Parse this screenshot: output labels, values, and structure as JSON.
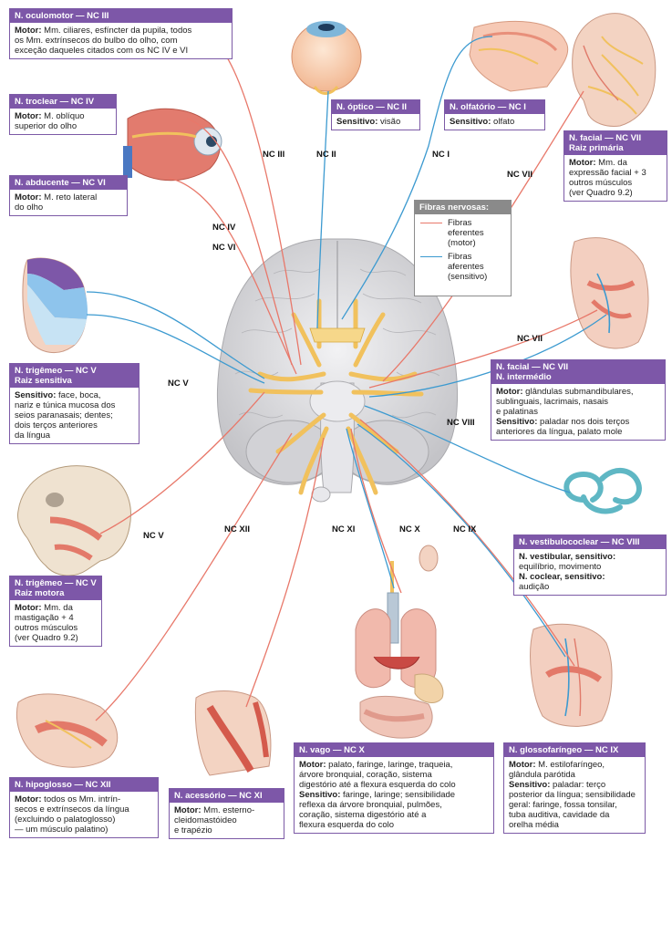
{
  "colors": {
    "efferent": "#e8786a",
    "afferent": "#3c9ad0",
    "header": "#7d57a8",
    "nerve": "#f1c15d",
    "brain": "#dcdcde"
  },
  "legend": {
    "title": "Fibras nervosas:",
    "items": [
      {
        "lines": [
          "Fibras",
          "eferentes",
          "(motor)"
        ],
        "color": "#e8786a"
      },
      {
        "lines": [
          "Fibras",
          "aferentes",
          "(sensitivo)"
        ],
        "color": "#3c9ad0"
      }
    ]
  },
  "nerve_labels": {
    "nc3": "NC III",
    "nc2": "NC II",
    "nc1": "NC I",
    "nc7_top": "NC VII",
    "nc4": "NC IV",
    "nc6": "NC VI",
    "nc5_upper": "NC V",
    "nc7_mid": "NC VII",
    "nc8": "NC VIII",
    "nc5_lower": "NC V",
    "nc12": "NC XII",
    "nc11": "NC XI",
    "nc10": "NC X",
    "nc9": "NC IX"
  },
  "boxes": {
    "oculomotor": {
      "title": "N. oculomotor — NC III",
      "lines": [
        {
          "b": "Motor:",
          "t": " Mm. ciliares, esfíncter da pupila, todos"
        },
        {
          "b": "",
          "t": "os Mm. extrínsecos do bulbo do olho, com"
        },
        {
          "b": "",
          "t": "exceção daqueles citados com os NC IV e VI"
        }
      ]
    },
    "troclear": {
      "title": "N. troclear — NC IV",
      "lines": [
        {
          "b": "Motor:",
          "t": " M. oblíquo"
        },
        {
          "b": "",
          "t": "superior do olho"
        }
      ]
    },
    "abducente": {
      "title": "N. abducente — NC VI",
      "lines": [
        {
          "b": "Motor:",
          "t": " M. reto lateral"
        },
        {
          "b": "",
          "t": "do olho"
        }
      ]
    },
    "optico": {
      "title": "N. óptico — NC II",
      "lines": [
        {
          "b": "Sensitivo:",
          "t": " visão"
        }
      ]
    },
    "olfatorio": {
      "title": "N. olfatório — NC I",
      "lines": [
        {
          "b": "Sensitivo:",
          "t": " olfato"
        }
      ]
    },
    "facial_primaria": {
      "title_lines": [
        "N. facial — NC VII",
        "Raiz primária"
      ],
      "lines": [
        {
          "b": "Motor:",
          "t": " Mm. da"
        },
        {
          "b": "",
          "t": "expressão facial + 3"
        },
        {
          "b": "",
          "t": "outros músculos"
        },
        {
          "b": "",
          "t": "(ver Quadro 9.2)"
        }
      ]
    },
    "trigemeo_sensitiva": {
      "title_lines": [
        "N. trigêmeo — NC V",
        "Raiz sensitiva"
      ],
      "lines": [
        {
          "b": "Sensitivo:",
          "t": " face, boca,"
        },
        {
          "b": "",
          "t": "nariz e túnica mucosa dos"
        },
        {
          "b": "",
          "t": "seios paranasais; dentes;"
        },
        {
          "b": "",
          "t": "dois terços anteriores"
        },
        {
          "b": "",
          "t": "da língua"
        }
      ]
    },
    "facial_intermedio": {
      "title_lines": [
        "N. facial — NC VII",
        "N. intermédio"
      ],
      "lines": [
        {
          "b": "Motor:",
          "t": " glândulas submandibulares,"
        },
        {
          "b": "",
          "t": "sublinguais, lacrimais, nasais"
        },
        {
          "b": "",
          "t": "e palatinas"
        },
        {
          "b": "Sensitivo:",
          "t": " paladar nos dois terços"
        },
        {
          "b": "",
          "t": "anteriores da língua, palato mole"
        }
      ]
    },
    "trigemeo_motora": {
      "title_lines": [
        "N. trigêmeo — NC V",
        "Raiz motora"
      ],
      "lines": [
        {
          "b": "Motor:",
          "t": " Mm. da"
        },
        {
          "b": "",
          "t": "mastigação + 4"
        },
        {
          "b": "",
          "t": "outros músculos"
        },
        {
          "b": "",
          "t": "(ver Quadro 9.2)"
        }
      ]
    },
    "vestibulococlear": {
      "title": "N. vestibulococlear — NC VIII",
      "lines": [
        {
          "b": "N. vestibular, sensitivo:",
          "t": ""
        },
        {
          "b": "",
          "t": "equilíbrio, movimento"
        },
        {
          "b": "N. coclear, sensitivo:",
          "t": ""
        },
        {
          "b": "",
          "t": "audição"
        }
      ]
    },
    "hipoglosso": {
      "title": "N. hipoglosso — NC XII",
      "lines": [
        {
          "b": "Motor:",
          "t": " todos os Mm. intrín-"
        },
        {
          "b": "",
          "t": "secos e extrínsecos da língua"
        },
        {
          "b": "",
          "t": "(excluindo o palatoglosso)"
        },
        {
          "b": "",
          "t": "— um músculo palatino)"
        }
      ]
    },
    "acessorio": {
      "title": "N. acessório — NC XI",
      "lines": [
        {
          "b": "Motor:",
          "t": " Mm. esterno-"
        },
        {
          "b": "",
          "t": "cleidomastóideo"
        },
        {
          "b": "",
          "t": "e trapézio"
        }
      ]
    },
    "vago": {
      "title": "N. vago — NC X",
      "lines": [
        {
          "b": "Motor:",
          "t": " palato, faringe, laringe, traqueia,"
        },
        {
          "b": "",
          "t": "árvore bronquial, coração, sistema"
        },
        {
          "b": "",
          "t": "digestório até a flexura esquerda do colo"
        },
        {
          "b": "Sensitivo:",
          "t": " faringe, laringe; sensibilidade"
        },
        {
          "b": "",
          "t": "reflexa da árvore bronquial, pulmões,"
        },
        {
          "b": "",
          "t": "coração, sistema digestório até a"
        },
        {
          "b": "",
          "t": "flexura esquerda do colo"
        }
      ]
    },
    "glossofaringeo": {
      "title": "N. glossofaríngeo — NC IX",
      "lines": [
        {
          "b": "Motor:",
          "t": " M. estilofaríngeo,"
        },
        {
          "b": "",
          "t": "glândula parótida"
        },
        {
          "b": "Sensitivo:",
          "t": " paladar: terço"
        },
        {
          "b": "",
          "t": "posterior da língua; sensibilidade"
        },
        {
          "b": "",
          "t": "geral: faringe, fossa tonsilar,"
        },
        {
          "b": "",
          "t": "tuba auditiva, cavidade da"
        },
        {
          "b": "",
          "t": "orelha média"
        }
      ]
    }
  }
}
